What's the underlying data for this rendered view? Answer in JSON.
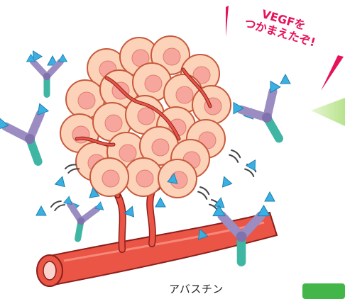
{
  "speech": {
    "line1": "VEGFを",
    "line2": "つかまえたぞ!"
  },
  "label": {
    "drug": "アバスチン"
  },
  "colors": {
    "cell_fill": "#fcd2b9",
    "cell_stroke": "#c85a3c",
    "nucleus": "#f7a69d",
    "vessel": "#ea5545",
    "vessel_stroke": "#8a1f1c",
    "vegf": "#3ab0e2",
    "antibody_arm": "#9b8dc2",
    "antibody_tail": "#3fb6a3",
    "speech_accent": "#e6135a",
    "green_banner": "#43b649",
    "green_arrow": "#c7eba0"
  }
}
